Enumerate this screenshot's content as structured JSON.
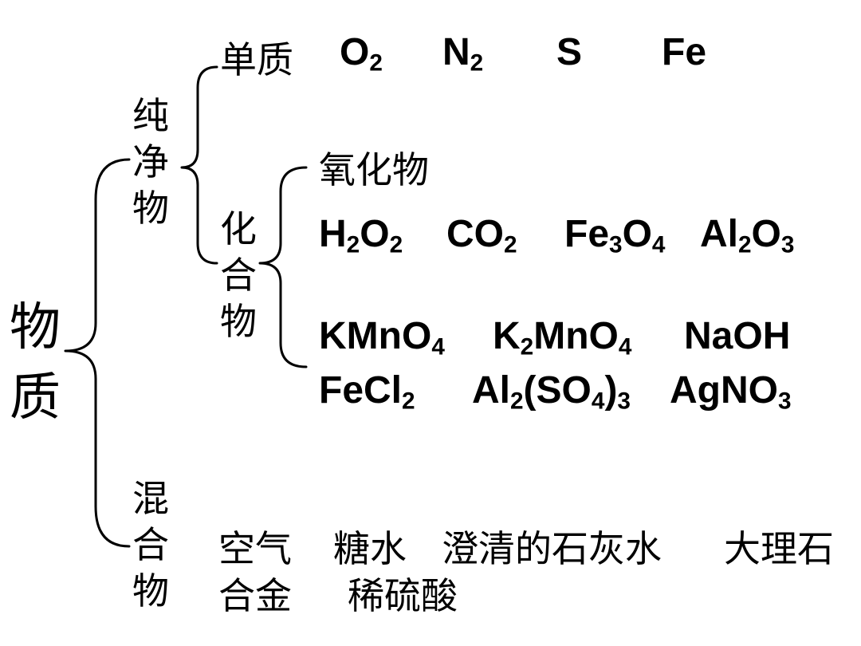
{
  "root": {
    "chars": [
      "物",
      "质"
    ]
  },
  "pure": {
    "chars": [
      "纯",
      "净",
      "物"
    ],
    "element": {
      "label": "单质",
      "formulas": [
        {
          "parts": [
            [
              "O",
              ""
            ],
            [
              "2",
              "sub"
            ]
          ]
        },
        {
          "parts": [
            [
              "N",
              ""
            ],
            [
              "2",
              "sub"
            ]
          ]
        },
        {
          "parts": [
            [
              "S",
              ""
            ]
          ]
        },
        {
          "parts": [
            [
              "Fe",
              ""
            ]
          ]
        }
      ]
    },
    "compound": {
      "chars": [
        "化",
        "合",
        "物"
      ],
      "oxide": {
        "label": "氧化物",
        "formulas": [
          {
            "parts": [
              [
                "H",
                ""
              ],
              [
                "2",
                "sub"
              ],
              [
                "O",
                ""
              ],
              [
                "2",
                "sub"
              ]
            ]
          },
          {
            "parts": [
              [
                "CO",
                ""
              ],
              [
                "2",
                "sub"
              ]
            ]
          },
          {
            "parts": [
              [
                "Fe",
                ""
              ],
              [
                "3",
                "sub"
              ],
              [
                "O",
                ""
              ],
              [
                "4",
                "sub"
              ]
            ]
          },
          {
            "parts": [
              [
                "Al",
                ""
              ],
              [
                "2",
                "sub"
              ],
              [
                "O",
                ""
              ],
              [
                "3",
                "sub"
              ]
            ]
          }
        ]
      },
      "others_row1": [
        {
          "parts": [
            [
              "KMnO",
              ""
            ],
            [
              "4",
              "sub"
            ]
          ]
        },
        {
          "parts": [
            [
              "K",
              ""
            ],
            [
              "2",
              "sub"
            ],
            [
              "MnO",
              ""
            ],
            [
              "4",
              "sub"
            ]
          ]
        },
        {
          "parts": [
            [
              "NaOH",
              ""
            ]
          ]
        }
      ],
      "others_row2": [
        {
          "parts": [
            [
              "FeCl",
              ""
            ],
            [
              "2",
              "sub"
            ]
          ]
        },
        {
          "parts": [
            [
              "Al",
              ""
            ],
            [
              "2",
              "sub"
            ],
            [
              "(SO",
              ""
            ],
            [
              "4",
              "sub"
            ],
            [
              ")",
              ""
            ],
            [
              "3",
              "sub"
            ]
          ]
        },
        {
          "parts": [
            [
              "AgNO",
              ""
            ],
            [
              "3",
              "sub"
            ]
          ]
        }
      ]
    }
  },
  "mixture": {
    "chars": [
      "混",
      "合",
      "物"
    ],
    "row1": [
      "空气",
      "糖水",
      "澄清的石灰水",
      "大理石"
    ],
    "row2": [
      "合金",
      "稀硫酸"
    ]
  }
}
